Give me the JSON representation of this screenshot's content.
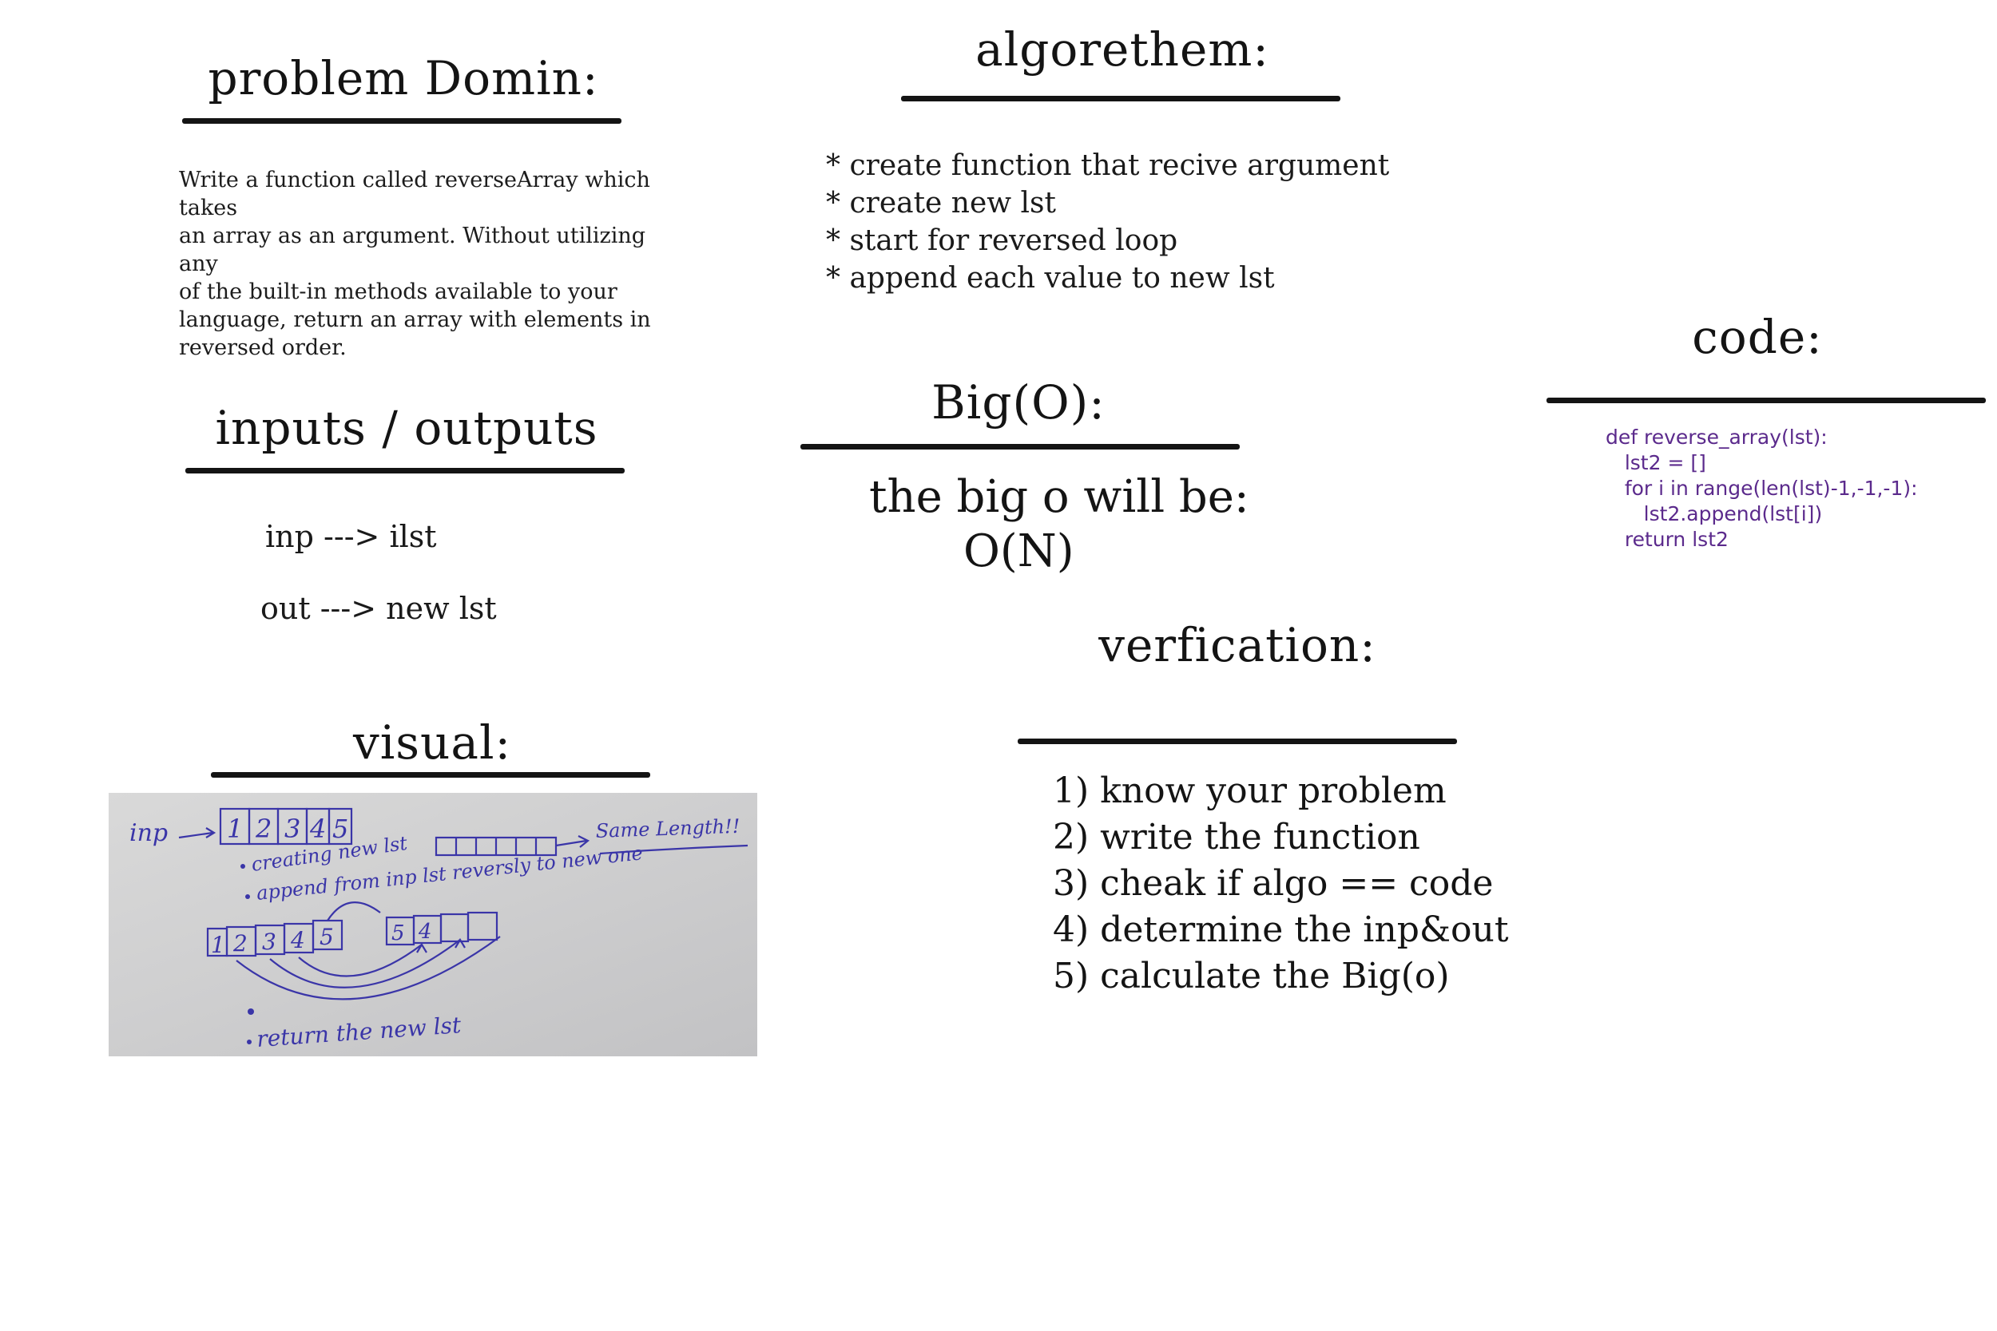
{
  "problem_domain": {
    "heading": "problem Domin:",
    "text_lines": [
      "Write a function called reverseArray which takes",
      "an array as an argument. Without utilizing any",
      "of the built-in methods available to your",
      "language, return an array with elements in",
      "reversed order."
    ]
  },
  "algorithm": {
    "heading": "algorethem:",
    "steps": [
      "* create function that recive argument",
      "* create new lst",
      "* start for reversed loop",
      "* append each value to new lst"
    ]
  },
  "code": {
    "heading": "code:",
    "lines": [
      "def reverse_array(lst):",
      "   lst2 = []",
      "   for i in range(len(lst)-1,-1,-1):",
      "      lst2.append(lst[i])",
      "   return lst2"
    ],
    "color": "#5b2a8c"
  },
  "inputs_outputs": {
    "heading": "inputs / outputs",
    "input": "inp ---> ilst",
    "output": "out ---> new lst"
  },
  "big_o": {
    "heading": "Big(O):",
    "line1": "the big o will be:",
    "line2": "O(N)"
  },
  "verification": {
    "heading": "verfication:",
    "steps": [
      "1) know your problem",
      "2) write the function",
      "3) cheak if algo == code",
      "4) determine the inp&out",
      "5) calculate the Big(o)"
    ]
  },
  "visual": {
    "heading": "visual:",
    "sketch": {
      "inp_label": "inp",
      "cells_top": [
        "1",
        "2",
        "3",
        "4",
        "5"
      ],
      "note_same_length": "Same Length!!",
      "bullet_create": "creating new lst",
      "bullet_append": "append from inp lst reversly to new one",
      "cells_bottom_left": [
        "1",
        "2",
        "3",
        "4",
        "5"
      ],
      "cells_bottom_right": [
        "5",
        "4",
        "",
        ""
      ],
      "bullet_return": "return the new lst",
      "ink_color": "#3a35a8"
    }
  }
}
